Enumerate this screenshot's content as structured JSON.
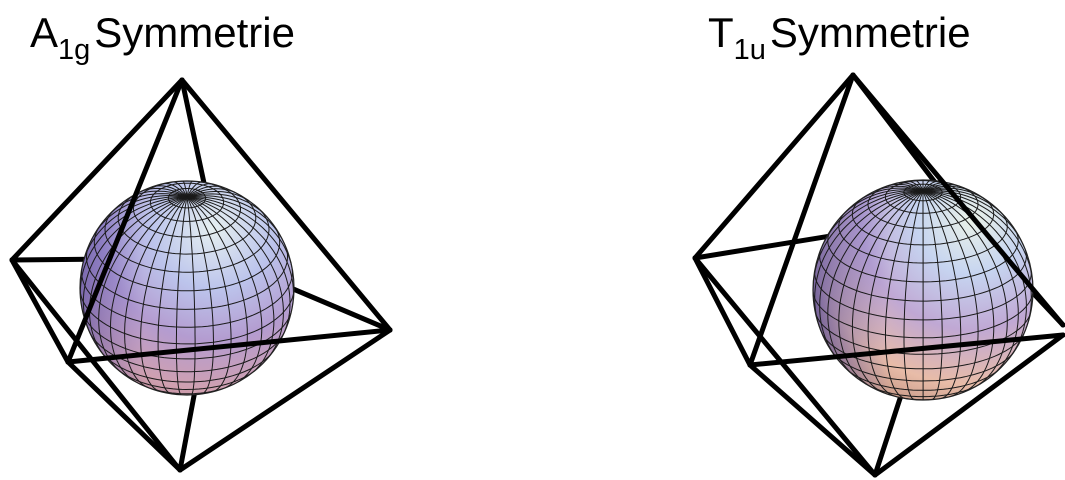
{
  "figures": [
    {
      "id": "left",
      "title_base": "A",
      "title_subscript": "1g",
      "title_word": "Symmetrie"
    },
    {
      "id": "right",
      "title_base": "T",
      "title_subscript": "1u",
      "title_word": "Symmetrie"
    }
  ],
  "colors": {
    "edge": "#000000",
    "sphere_light": "#ccd8f0",
    "sphere_blue": "#6f6fd0",
    "sphere_pink": "#c8a0c8",
    "sphere_peach": "#f0c8a8",
    "grid": "#1a1a1a"
  }
}
